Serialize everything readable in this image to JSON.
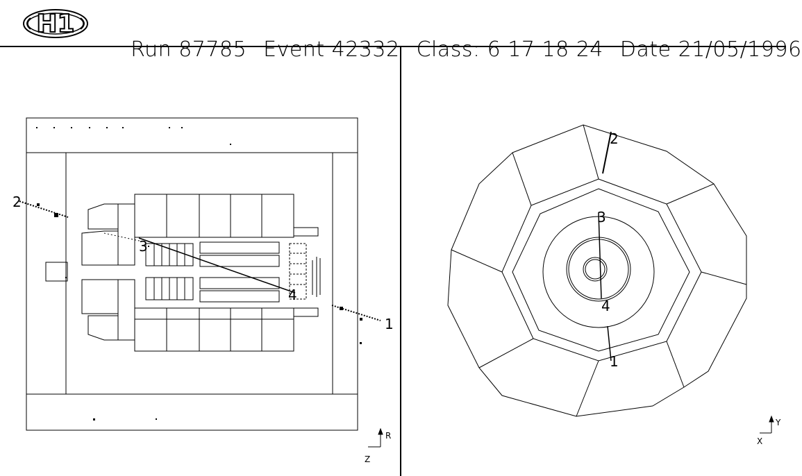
{
  "header": {
    "logo_text": "H1",
    "run": "Run 87785",
    "event": "Event 42332",
    "class": "Class: 6 17 18 24",
    "date": "Date 21/05/1996"
  },
  "left_view": {
    "track_labels": [
      "2",
      "3",
      "4",
      "1"
    ],
    "axis_vertical": "R",
    "axis_horizontal": "Z"
  },
  "right_view": {
    "track_labels": [
      "2",
      "3",
      "4",
      "1"
    ],
    "axis_vertical": "Y",
    "axis_horizontal": "X"
  }
}
